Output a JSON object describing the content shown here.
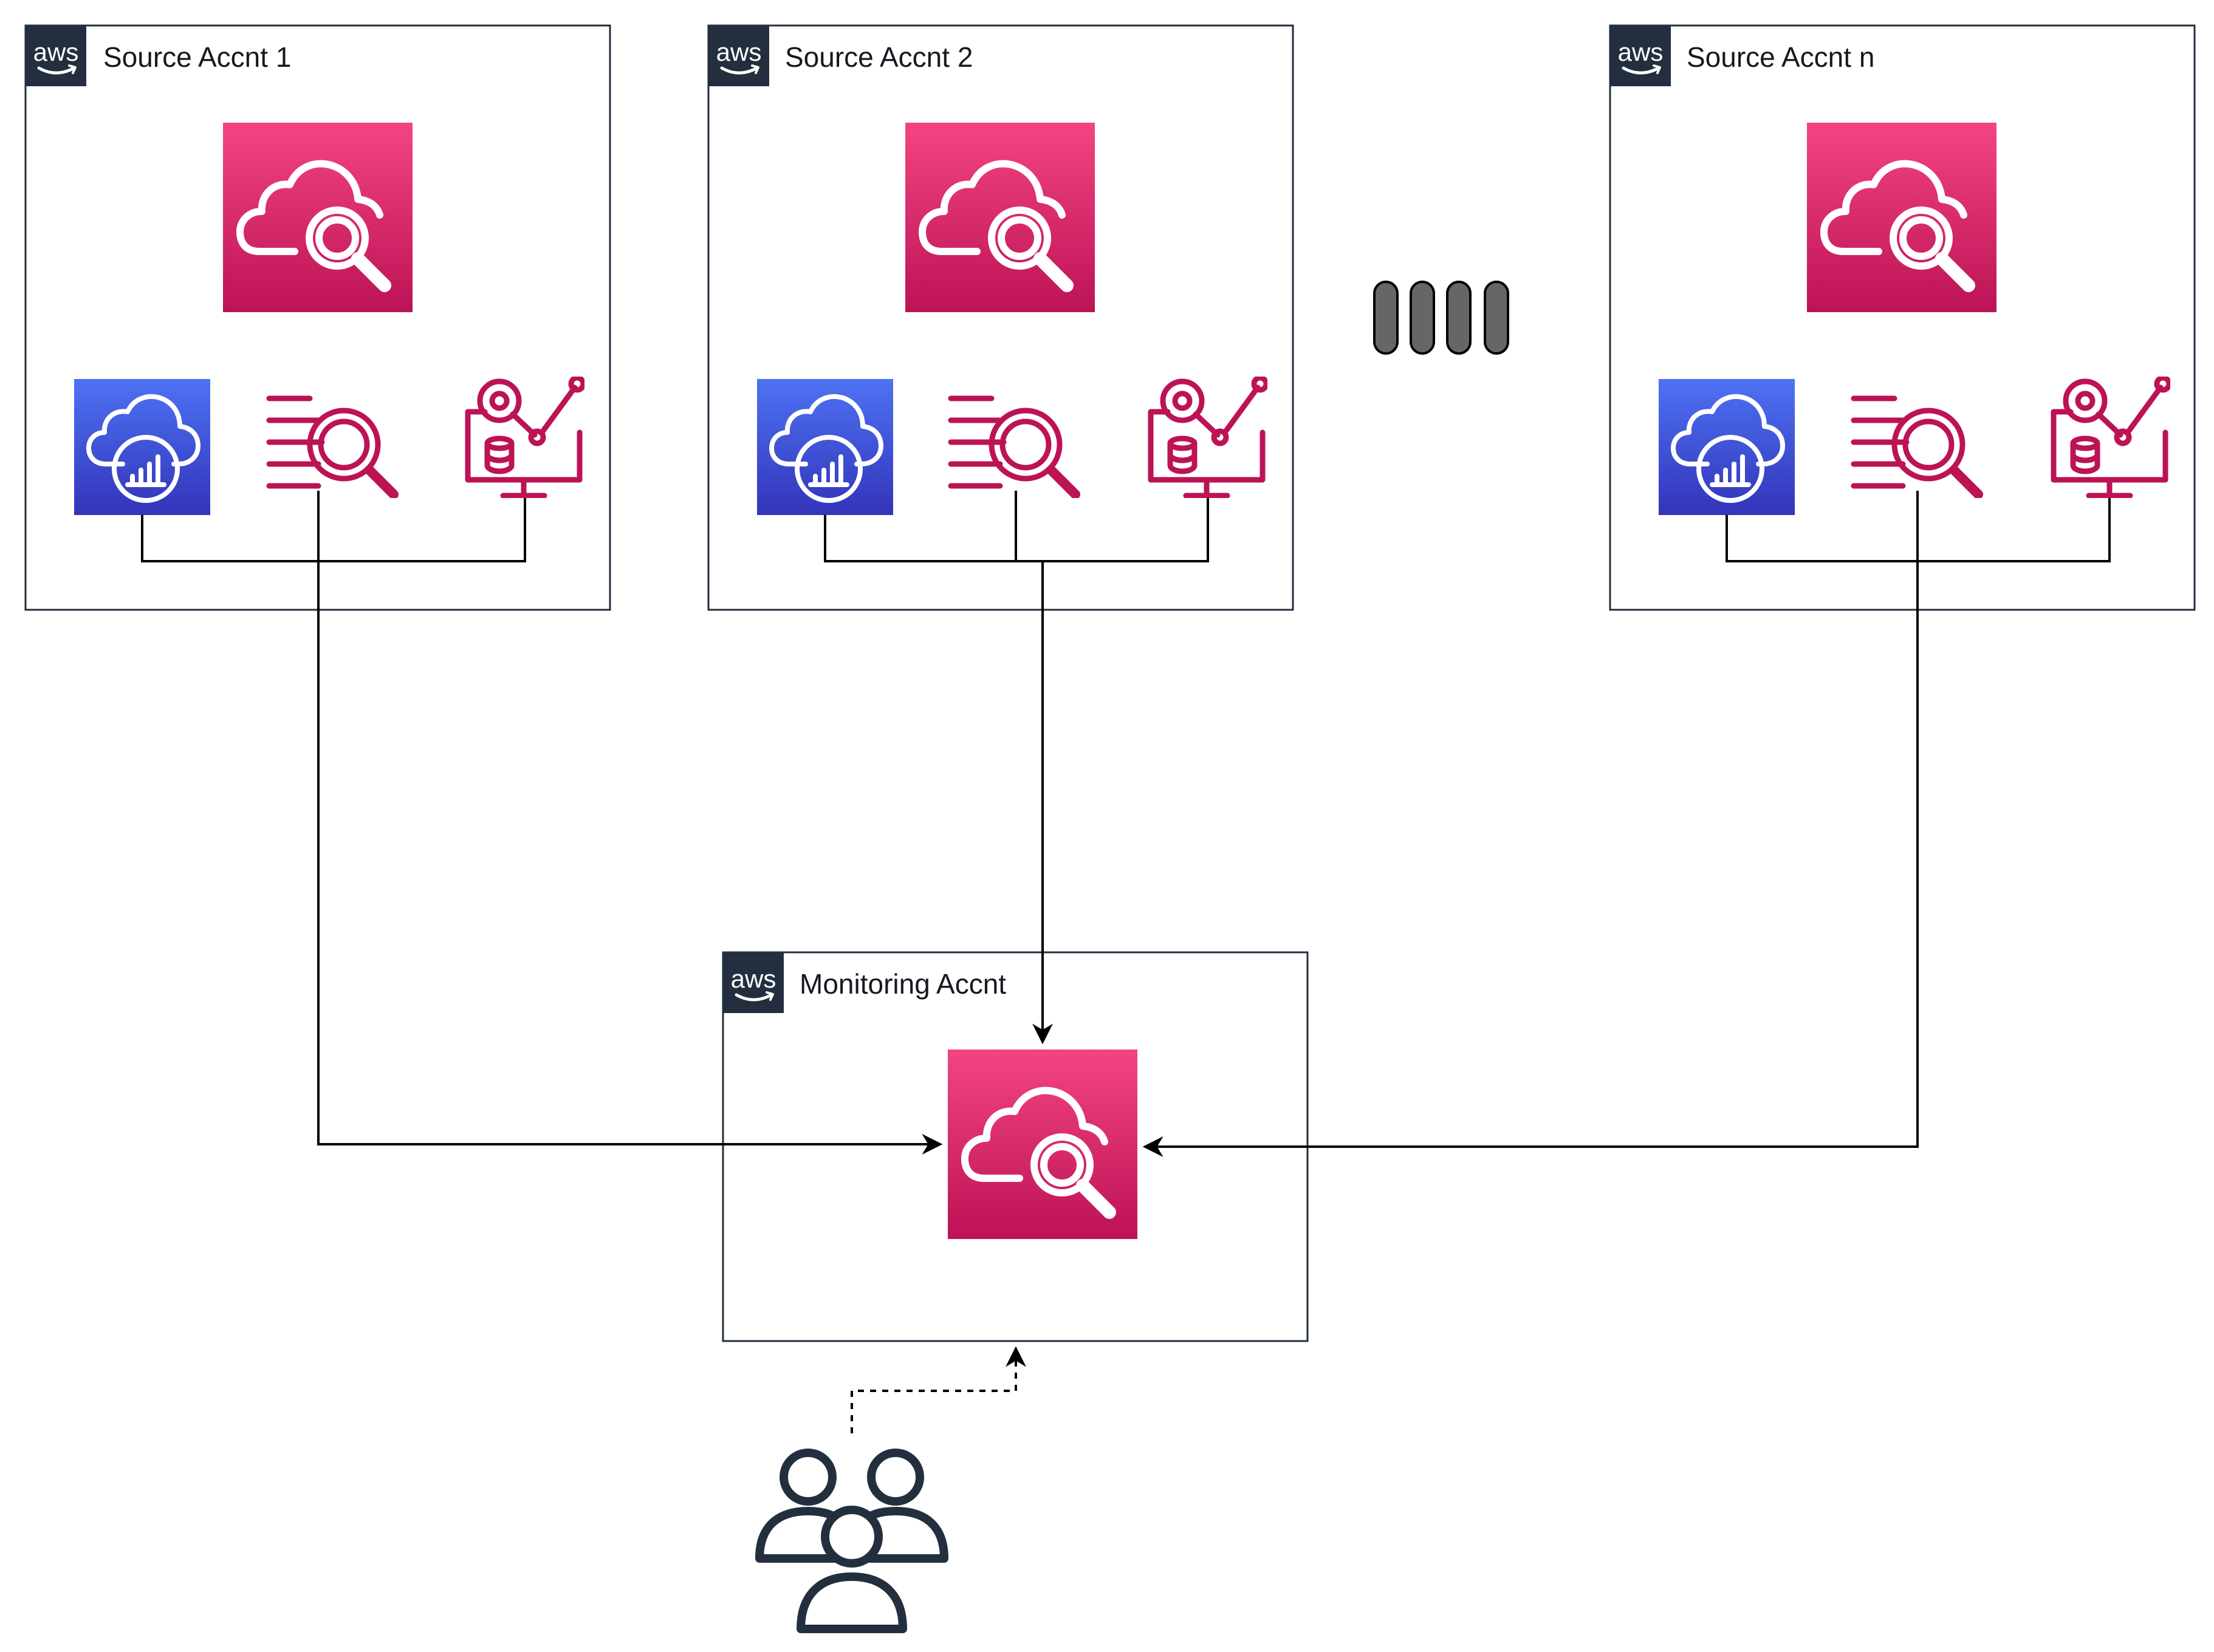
{
  "accounts": {
    "source1": {
      "label": "Source Accnt 1",
      "badge": "aws"
    },
    "source2": {
      "label": "Source Accnt 2",
      "badge": "aws"
    },
    "sourcen": {
      "label": "Source Accnt n",
      "badge": "aws"
    },
    "monitoring": {
      "label": "Monitoring Accnt",
      "badge": "aws"
    }
  },
  "icons": {
    "cloudwatch": "cloudwatch-icon",
    "metrics": "cloud-metrics-icon",
    "logs": "logs-search-icon",
    "traces": "monitoring-traces-icon",
    "users": "users-icon",
    "ellipsis": "ellipsis-icon"
  },
  "colors": {
    "cloudwatch_top": "#f34482",
    "cloudwatch_bottom": "#bc1356",
    "metrics_top": "#4d72f3",
    "metrics_bottom": "#3334b9",
    "pink_stroke": "#bc1356",
    "aws_badge": "#232f3e",
    "border": "#232f3e",
    "line": "#000000",
    "ellipsis_fill": "#666666",
    "users_stroke": "#232f3e"
  }
}
